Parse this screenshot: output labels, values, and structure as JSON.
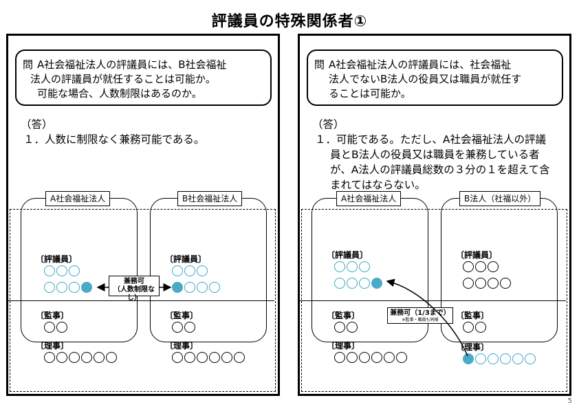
{
  "title": "評議員の特殊関係者①",
  "left": {
    "question": {
      "mark": "問",
      "lines": [
        "A社会福祉法人の評議員には、B社会福祉",
        "法人の評議員が就任することは可能か。",
        "可能な場合、人数制限はあるのか。"
      ]
    },
    "answer": {
      "head": "（答）",
      "body": "１．人数に制限なく兼務可能である。"
    },
    "org_a": {
      "label": "A社会福祉法人",
      "trustees_label": "〔評議員〕",
      "auditors_label": "〔監事〕",
      "directors_label": "〔理事〕"
    },
    "org_b": {
      "label": "B社会福祉法人",
      "trustees_label": "〔評議員〕",
      "auditors_label": "〔監事〕",
      "directors_label": "〔理事〕"
    },
    "callout": {
      "line1": "兼務可",
      "line2": "（人数制限なし）"
    }
  },
  "right": {
    "question": {
      "mark": "問",
      "lines": [
        "A社会福祉法人の評議員には、社会福祉",
        "法人でないB法人の役員又は職員が就任す",
        "ることは可能か。"
      ]
    },
    "answer": {
      "head": "（答）",
      "body": "１．可能である。ただし、A社会福祉法人の評議員とB法人の役員又は職員を兼務している者が、A法人の評議員総数の３分の１を超えて含まれてはならない。"
    },
    "org_a": {
      "label": "A社会福祉法人",
      "trustees_label": "〔評議員〕",
      "auditors_label": "〔監事〕",
      "directors_label": "〔理事〕"
    },
    "org_b": {
      "label": "B法人（社福以外）",
      "trustees_label": "〔評議員〕",
      "auditors_label": "〔監事〕",
      "directors_label": "〔理事〕"
    },
    "callout": {
      "line1": "兼務可（1/3まで）",
      "line2": "※監事・職員も同様"
    }
  },
  "colors": {
    "highlight": "#4aaac7",
    "outline": "#000000"
  },
  "page_number": "5"
}
